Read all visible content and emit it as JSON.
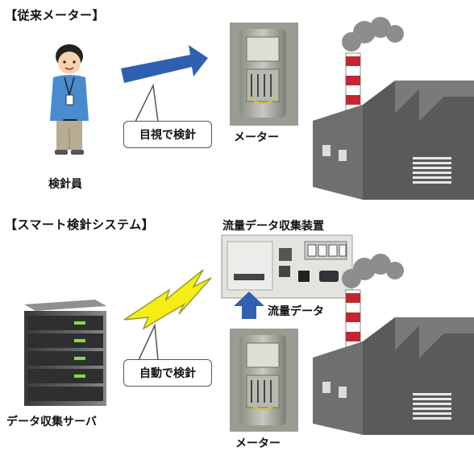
{
  "sections": {
    "conventional": {
      "heading": "【従来メーター】",
      "inspector_label": "検針員",
      "callout": "目視で検針",
      "meter_label": "メーター"
    },
    "smart": {
      "heading": "【スマート検針システム】",
      "device_label": "流量データ収集装置",
      "flow_label": "流量データ",
      "callout": "自動で検針",
      "server_label": "データ収集サーバ",
      "meter_label": "メーター"
    }
  },
  "colors": {
    "arrow_blue": "#2f5fb0",
    "lightning_yellow": "#f5ee16",
    "factory_gray": "#6f6f6f",
    "chimney_red": "#c1272d"
  },
  "icons": [
    "person-icon",
    "meter-icon",
    "factory-icon",
    "server-icon",
    "device-icon",
    "lightning-icon",
    "arrow-icon"
  ]
}
